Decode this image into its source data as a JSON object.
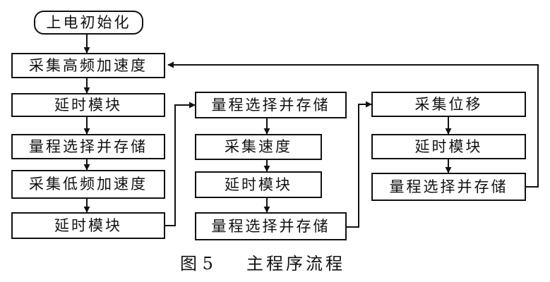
{
  "flowchart": {
    "column1": {
      "start": "上电初始化",
      "step1": "采集高频加速度",
      "step2": "延时模块",
      "step3": "量程选择并存储",
      "step4": "采集低频加速度",
      "step5": "延时模块"
    },
    "column2": {
      "step1": "量程选择并存储",
      "step2": "采集速度",
      "step3": "延时模块",
      "step4": "量程选择并存储"
    },
    "column3": {
      "step1": "采集位移",
      "step2": "延时模块",
      "step3": "量程选择并存储"
    }
  },
  "caption": {
    "figure_no": "图 5",
    "title": "主程序流程"
  }
}
